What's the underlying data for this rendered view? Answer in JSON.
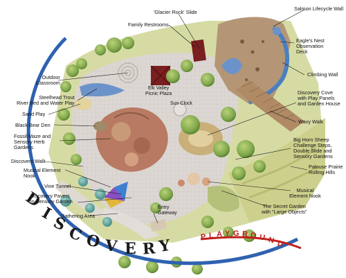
{
  "title_arc": {
    "letters": [
      "D",
      "I",
      "S",
      "C",
      "O",
      "V",
      "E",
      "R",
      "Y"
    ]
  },
  "subtitle_arc": {
    "letters": [
      "P",
      "L",
      "A",
      "Y",
      "G",
      "R",
      "O",
      "U",
      "N",
      "D"
    ]
  },
  "labels": {
    "glacier_rock_slide": "'Glacier Rock' Slide",
    "salmon_lifecycle_wall": "Salmon Lifecycle Wall",
    "family_restrooms": "Family Restrooms",
    "eagles_nest": "Eagle's Nest\nObservation\nDeck",
    "climbing_wall": "Climbing Wall",
    "outdoor_classroom": "Outdoor\nClassroom",
    "steelhead_trout": "Steelhead Trout\nRiver Bed and Water Play",
    "elk_valley": "Elk Valley\nPicnic Plaza",
    "sand_play": "Sand Play",
    "sun_clock": "Sun Clock",
    "discovery_cove": "Discovery Cove\nwith Play Panels\nand Garden House",
    "black_bear_den": "Black Bear Den",
    "wavy_walk": "Wavy Walk",
    "fossil_maze": "Fossil Maze and\nSensory Herb\nGardens",
    "big_horn_sheep": "Big Horn Sheep\nChallenge Steps,\nDouble Slide and\nSensory Gardens",
    "discovery_walk": "Discovery  Walk",
    "musical_element_nook_left": "Musical Element\nNook",
    "palouse_prairie": "Palouse Prairie\nRolling Hills",
    "vine_tunnel": "Vine Tunnel",
    "musical_element_nook_right": "Musical\nElement Nook",
    "discovery_pavers": "Discovery Pavers\nin Sensory Garden",
    "gathering_area": "Gathering Area",
    "entry_gateway": "Entry\nGateway",
    "secret_garden": "The Secret Garden\nwith \"Large Objects\""
  },
  "colors": {
    "plaza": "#d9d4d0",
    "grass": "#cfd59a",
    "tree": "#7fa64a",
    "tree_dark": "#5e8a36",
    "water": "#4a7fc1",
    "brown_play": "#a98c6c",
    "roof": "#7a1f1f",
    "accent_red": "#c0201e",
    "arc_blue": "#2f62b0"
  }
}
